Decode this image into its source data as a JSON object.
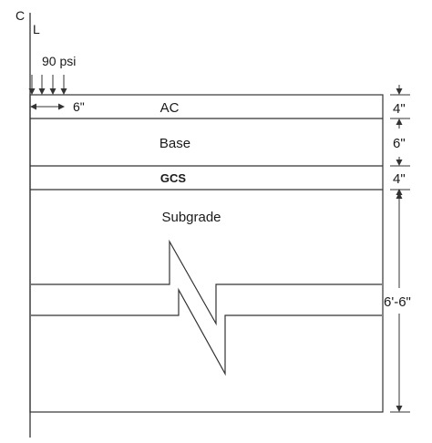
{
  "centerline": {
    "c_label": "C",
    "l_label": "L"
  },
  "load": {
    "pressure_label": "90 psi",
    "radius_label": "6\""
  },
  "layers": [
    {
      "name": "AC",
      "thickness": "4\""
    },
    {
      "name": "Base",
      "thickness": "6\""
    },
    {
      "name": "GCS",
      "thickness": "4\""
    },
    {
      "name": "Subgrade",
      "thickness": "6'-6\""
    }
  ]
}
